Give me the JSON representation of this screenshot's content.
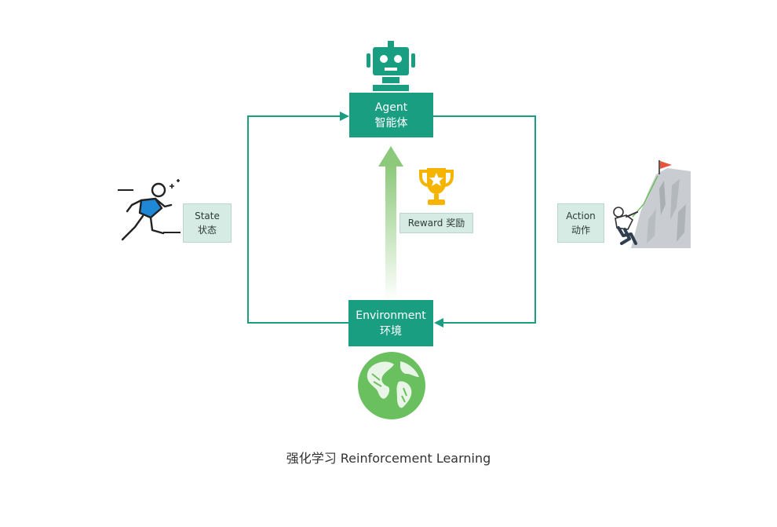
{
  "agent": {
    "en": "Agent",
    "zh": "智能体",
    "icon": "robot-icon"
  },
  "environment": {
    "en": "Environment",
    "zh": "环境",
    "icon": "globe-icon"
  },
  "state": {
    "en": "State",
    "zh": "状态",
    "icon": "runner-icon"
  },
  "action": {
    "en": "Action",
    "zh": "动作",
    "icon": "climber-icon"
  },
  "reward": {
    "label": "Reward 奖励",
    "icon": "trophy-icon"
  },
  "caption": "强化学习 Reinforcement Learning",
  "colors": {
    "primary": "#1a9e82",
    "tag_background": "#d6ebe3",
    "reward_arrow": "#8cc97a",
    "trophy": "#f5b400"
  }
}
